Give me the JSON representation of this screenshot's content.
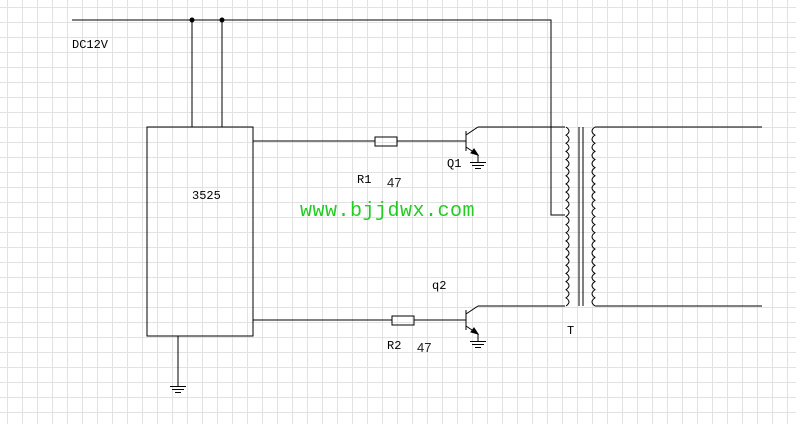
{
  "diagram": {
    "supply_label": "DC12V",
    "ic_label": "3525",
    "transistor_top_label": "Q1",
    "transistor_bottom_label": "q2",
    "resistor_top_label": "R1",
    "resistor_top_value": "47",
    "resistor_bottom_label": "R2",
    "resistor_bottom_value": "47",
    "transformer_label": "T",
    "watermark": "www.bjjdwx.com"
  },
  "colors": {
    "line": "#000000",
    "grid": "#e2e2e2",
    "watermark": "#22cc22"
  }
}
